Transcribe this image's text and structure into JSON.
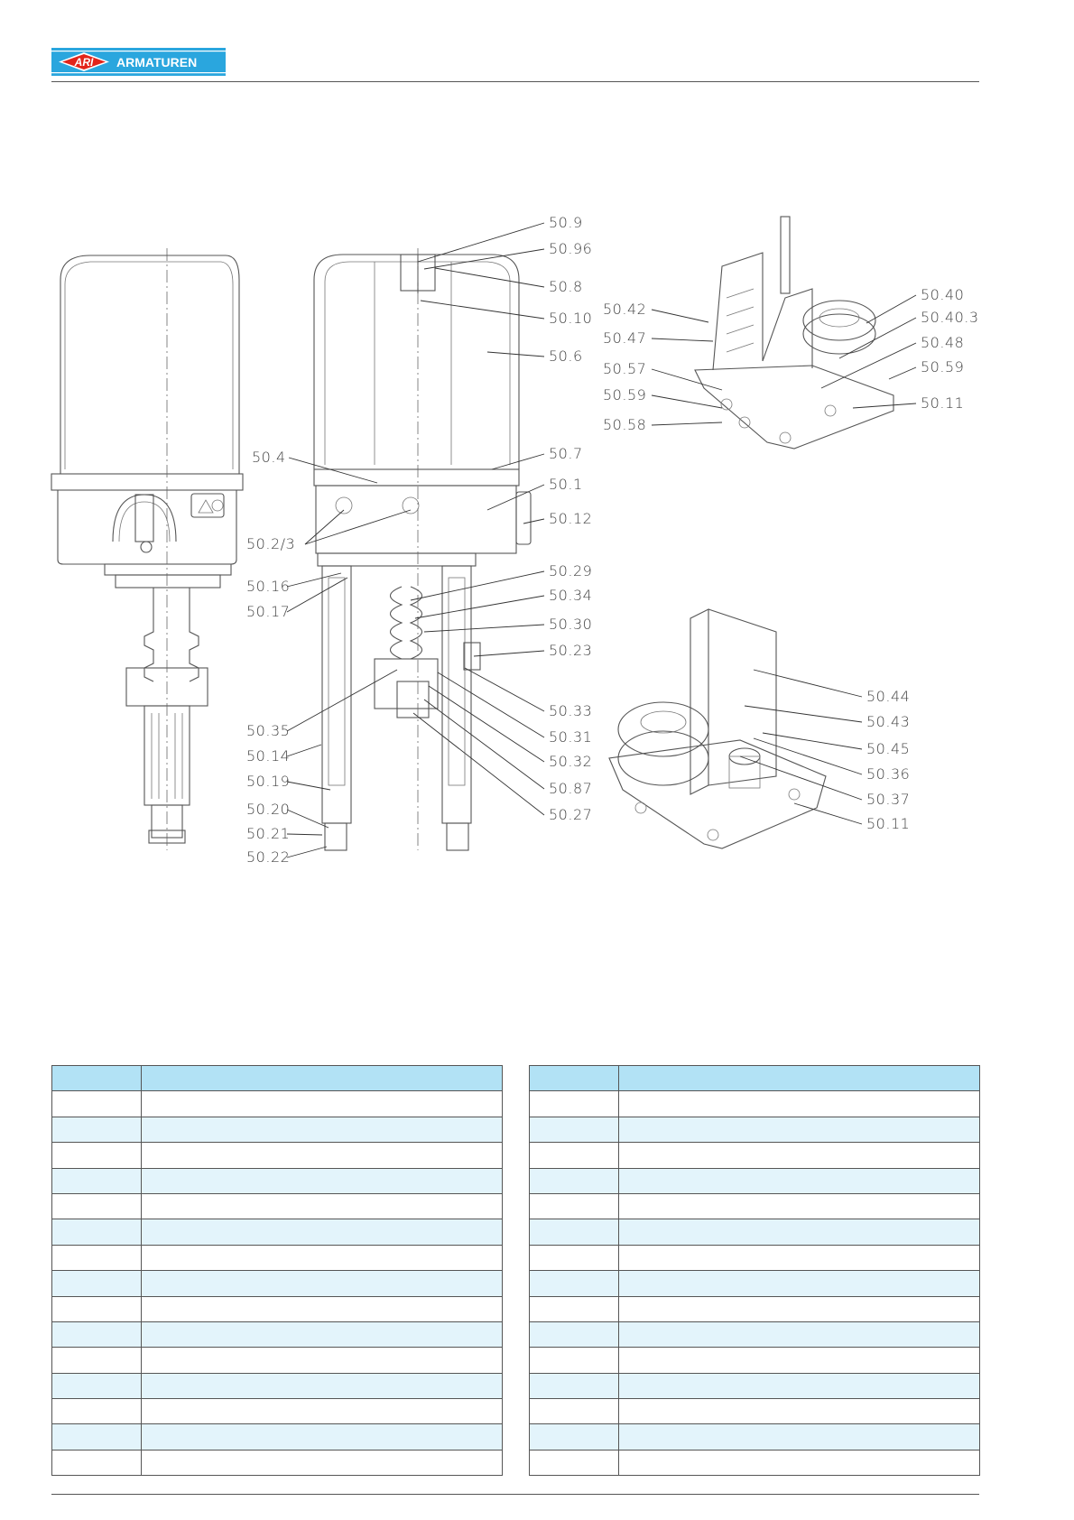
{
  "brand": {
    "logo_text": "ARI",
    "name": "ARMATUREN",
    "color": "#2aa6de"
  },
  "callouts": {
    "front": [
      "50.4",
      "50.2/3",
      "50.16",
      "50.17",
      "50.35",
      "50.14",
      "50.19",
      "50.20",
      "50.21",
      "50.22"
    ],
    "section": [
      "50.9",
      "50.96",
      "50.8",
      "50.10",
      "50.6",
      "50.7",
      "50.1",
      "50.12",
      "50.29",
      "50.34",
      "50.30",
      "50.23",
      "50.33",
      "50.31",
      "50.32",
      "50.87",
      "50.27"
    ],
    "iso_top": [
      "50.42",
      "50.47",
      "50.57",
      "50.59",
      "50.58",
      "50.40",
      "50.40.3",
      "50.48",
      "50.59",
      "50.11"
    ],
    "iso_bottom": [
      "50.44",
      "50.43",
      "50.45",
      "50.36",
      "50.37",
      "50.11"
    ]
  },
  "tables": {
    "left_rows": 16,
    "right_rows": 16,
    "header_color": "#b2e2f5",
    "stripe_color": "#e3f4fb"
  }
}
